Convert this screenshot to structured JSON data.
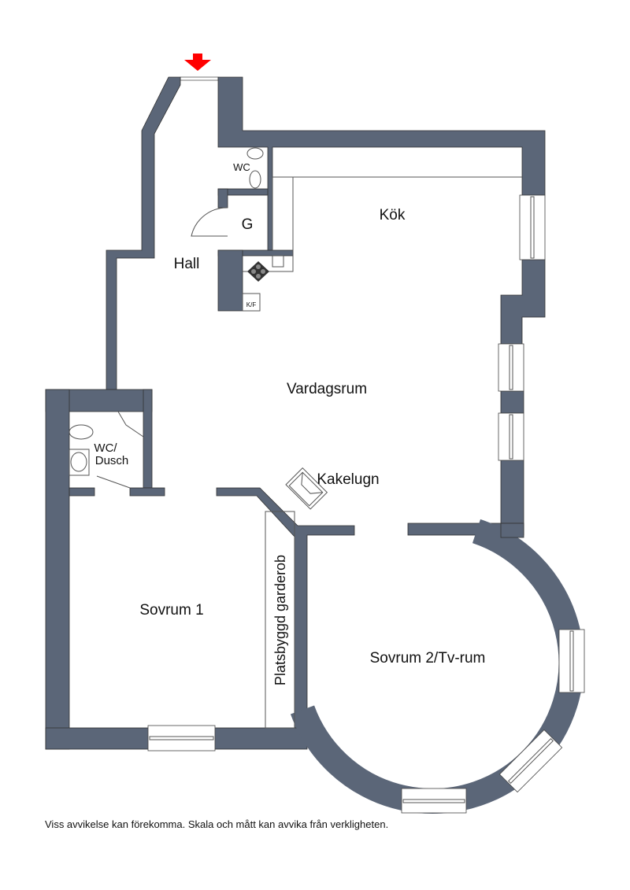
{
  "rooms": {
    "kitchen": "Kök",
    "hall": "Hall",
    "closet": "G",
    "wc": "WC",
    "living_room": "Vardagsrum",
    "tiled_stove": "Kakelugn",
    "bathroom_line1": "WC/",
    "bathroom_line2": "Dusch",
    "bedroom1": "Sovrum 1",
    "bedroom2": "Sovrum 2/Tv-rum",
    "wardrobe": "Platsbyggd garderob",
    "fridge": "K/F"
  },
  "disclaimer": "Viss avvikelse kan förekomma. Skala och mått kan avvika från verkligheten.",
  "colors": {
    "wall": "#5b6678",
    "entrance_arrow": "#ff0000"
  }
}
